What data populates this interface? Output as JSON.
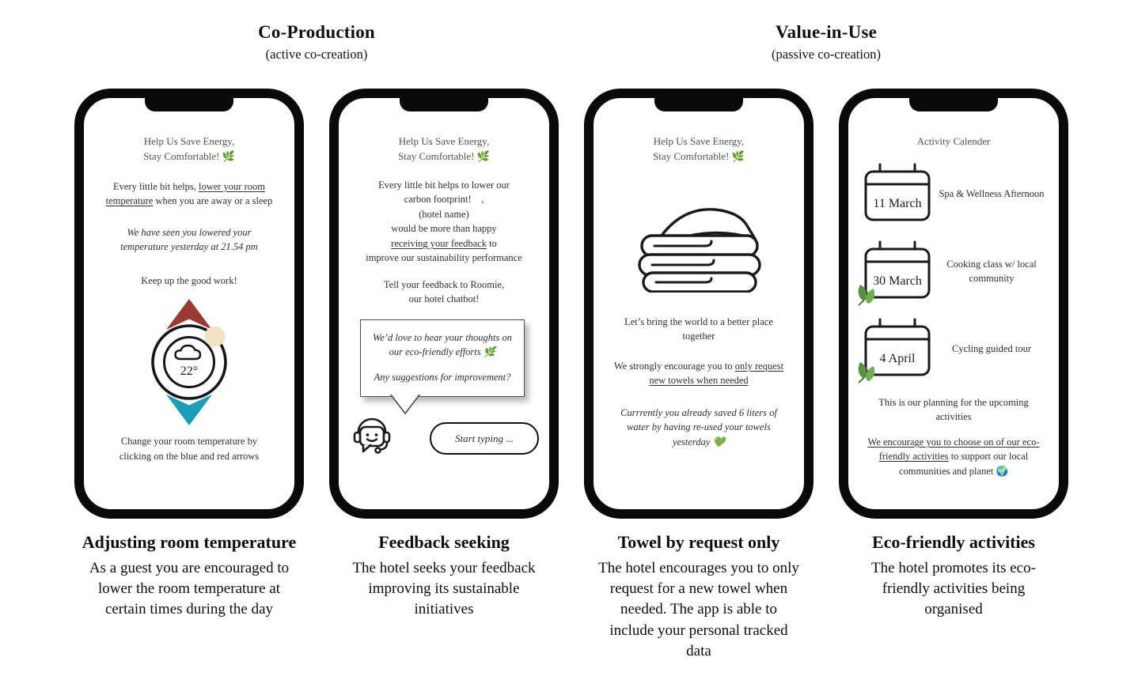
{
  "colors": {
    "header_green": "#4b5844",
    "arrow_red": "#9a3a33",
    "arrow_blue": "#189eba",
    "knob_beige": "#f0e3c3",
    "leaf_green": "#56933c"
  },
  "section_headers": {
    "left": {
      "title": "Co-Production",
      "subtitle": "(active co-creation)"
    },
    "right": {
      "title": "Value-in-Use",
      "subtitle": "(passive co-creation)"
    }
  },
  "phones": [
    {
      "greeting_line1": "Help Us Save Energy,",
      "greeting_line2": "Stay Comfortable! 🌿",
      "para1_part1": "Every little bit helps, ",
      "para1_underline": "lower your room temperature",
      "para1_part2": " when you are away or a sleep",
      "para2": "We have seen you lowered your temperature yesterday at 21.54 pm",
      "para3": "Keep up the good work!",
      "dial_temperature": "22°",
      "footer": "Change your room temperature by clicking on the blue and red arrows"
    },
    {
      "greeting_line1": "Help Us Save Energy,",
      "greeting_line2": "Stay Comfortable! 🌿",
      "para1_line1": "Every little bit helps to lower our",
      "para1_line2": "carbon footprint!    ,",
      "para1_line3": "(hotel name)",
      "para1_line4": "would be more than happy",
      "para1_underline": "receiving your feedback",
      "para1_line5_rest": " to",
      "para1_line6": "improve our sustainability performance",
      "para2_line1": "Tell your feedback to Roomie,",
      "para2_line2": "our hotel chatbot!",
      "bubble_para1": "We’d love to hear your thoughts on our eco-friendly efforts 🌿",
      "bubble_para2": "Any suggestions for improvement?",
      "input_placeholder": "Start typing ..."
    },
    {
      "greeting_line1": "Help Us Save Energy,",
      "greeting_line2": "Stay Comfortable! 🌿",
      "para1": "Let’s bring the world to a better place together",
      "para2_part1": "We strongly encourage you to ",
      "para2_underline": "only request new towels when needed",
      "para3": "Currrently you already saved 6 liters of water by having re-used your towels yesterday 💚"
    },
    {
      "title": "Activity Calender",
      "events": [
        {
          "date": "11 March",
          "label": "Spa & Wellness Afternoon"
        },
        {
          "date": "30 March",
          "label": "Cooking class w/ local community"
        },
        {
          "date": "4 April",
          "label": "Cycling guided tour"
        }
      ],
      "para1": "This is our planning for the upcoming activities",
      "para2_underline": "We encourage you to choose on of our eco-friendly activities",
      "para2_rest": " to support our local communities and planet 🌍"
    }
  ],
  "captions": [
    {
      "title": "Adjusting room temperature",
      "body": "As a guest you are encouraged to lower the room temperature at certain times during the day"
    },
    {
      "title": "Feedback seeking",
      "body": "The hotel seeks your feedback improving its sustainable initiatives"
    },
    {
      "title": "Towel by request only",
      "body": "The hotel encourages you to only request for a new towel when needed. The app is able to include your personal tracked data"
    },
    {
      "title": "Eco-friendly activities",
      "body": "The hotel promotes its eco-friendly activities being organised"
    }
  ]
}
